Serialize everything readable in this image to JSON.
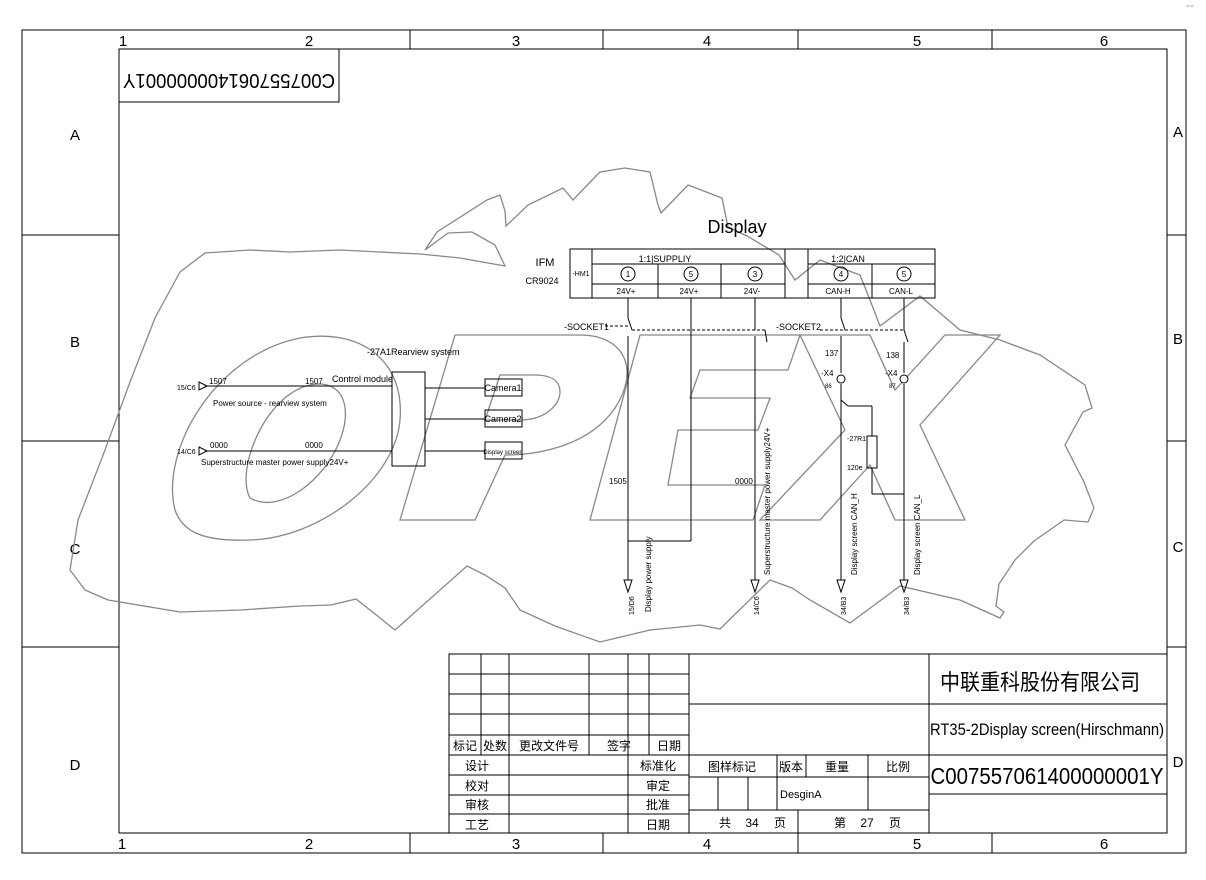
{
  "frame": {
    "columns": [
      "1",
      "2",
      "3",
      "4",
      "5",
      "6"
    ],
    "rows": [
      "A",
      "B",
      "C",
      "D"
    ]
  },
  "corner_mark": "⁻⁻",
  "stamp_code": "C007557061400000001Y",
  "watermark": {
    "text": "OPEX"
  },
  "display_block": {
    "title": "Display",
    "ifm_label": "IFM",
    "model_label": "CR9024",
    "device_tag": "-HM1",
    "supply_header": "1:1|SUPPLIY",
    "can_header": "1:2|CAN",
    "pins": [
      {
        "num": "1",
        "label": "24V+"
      },
      {
        "num": "5",
        "label": "24V+"
      },
      {
        "num": "3",
        "label": "24V-"
      },
      {
        "num": "4",
        "label": "CAN-H"
      },
      {
        "num": "5",
        "label": "CAN-L"
      }
    ]
  },
  "sockets": {
    "socket1": "-SOCKET1",
    "socket2": "-SOCKET2"
  },
  "rearview": {
    "system_label": "-27A1Rearview system",
    "control_module": "Control module",
    "camera1": "Camera1",
    "camera2": "Camera2",
    "display_screen": "Display screen",
    "line1_ref": "15/C6",
    "line1_wire_a": "1507",
    "line1_wire_b": "1507",
    "line1_desc": "Power source - rearview system",
    "line2_ref": "14/C6",
    "line2_wire_a": "0000",
    "line2_wire_b": "0000",
    "line2_desc": "Superstructure master power supply24V+"
  },
  "verticals": {
    "wire_1505": "1505",
    "wire_0000": "0000",
    "desc_power": "Display power supply",
    "ref_power": "15/D6",
    "desc_master": "Superstructure master power supply24V+",
    "ref_master": "14/C6",
    "desc_canh": "Display screen CAN_H",
    "ref_canh": "34/B3",
    "desc_canl": "Display screen CAN_L",
    "ref_canl": "34/B3"
  },
  "can_network": {
    "wire_137": "137",
    "wire_138": "138",
    "x4_left": "-X4",
    "x4_left_pin": "86",
    "x4_right": "-X4",
    "x4_right_pin": "87",
    "resistor_tag": "-27R1",
    "resistor_value": "120e"
  },
  "title_block": {
    "company": "中联重科股份有限公司",
    "drawing_title": "RT35-2Display screen(Hirschmann)",
    "drawing_number": "C007557061400000001Y",
    "rev_headers": [
      "标记",
      "处数",
      "更改文件号",
      "签字",
      "日期"
    ],
    "sign_rows": [
      "设计",
      "校对",
      "审核",
      "工艺"
    ],
    "approvals": [
      "标准化",
      "审定",
      "批准",
      "日期"
    ],
    "mark_label": "图样标记",
    "version_label": "版本",
    "weight_label": "重量",
    "scale_label": "比例",
    "version_value": "DesginA",
    "total_prefix": "共",
    "total_pages": "34",
    "page_unit": "页",
    "page_prefix": "第",
    "page_number": "27",
    "page_unit2": "页"
  }
}
